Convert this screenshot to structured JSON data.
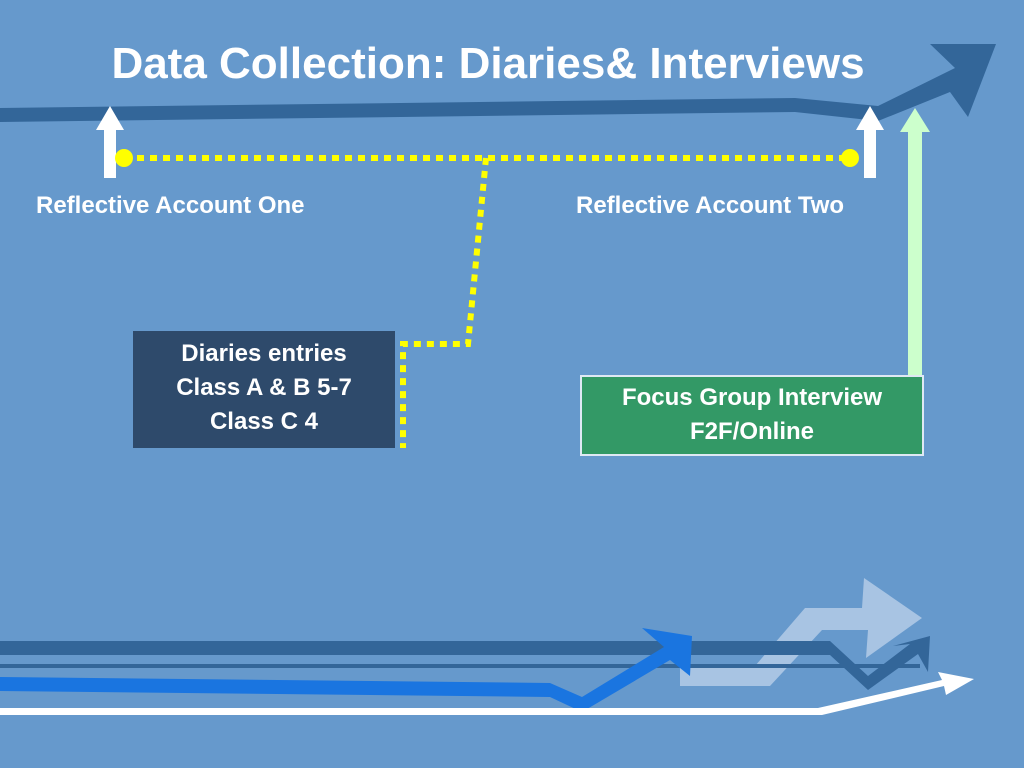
{
  "slide": {
    "title": "Data Collection: Diaries& Interviews"
  },
  "labels": {
    "reflective_one": "Reflective Account One",
    "reflective_two": "Reflective Account Two"
  },
  "diaries_box": {
    "lines": [
      "Diaries entries",
      "Class A & B 5-7",
      "Class C 4"
    ]
  },
  "focus_box": {
    "lines": [
      "Focus Group Interview",
      "F2F/Online"
    ]
  },
  "colors": {
    "background": "#6699cc",
    "dark_arrow": "#336699",
    "connector_yellow": "#ffff00",
    "diaries_box_fill": "#2e4a6b",
    "focus_box_fill": "#339966",
    "focus_arrow": "#ccffcc",
    "bright_arrow": "#1a75e0",
    "pale_arrow": "#a8c4e3",
    "white": "#ffffff"
  }
}
